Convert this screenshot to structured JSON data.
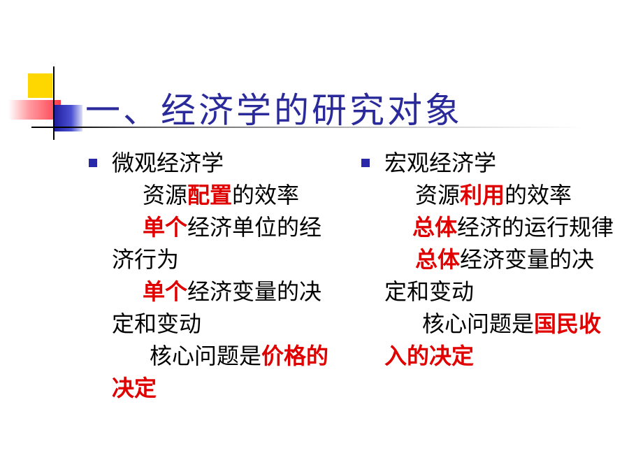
{
  "title": "一、经济学的研究对象",
  "colors": {
    "accent_red": "#e00000",
    "title_blue": "#2a2a9a",
    "bullet_blue": "#2828a8"
  },
  "left": {
    "heading": "微观经济学",
    "l1a": "资源",
    "l1b": "配置",
    "l1c": "的效率",
    "l2a": "单个",
    "l2b": "经济单位的经济行为",
    "l3a": "单个",
    "l3b": "经济变量的决定和变动",
    "l4a": "核心问题是",
    "l4b": "价格的决定"
  },
  "right": {
    "heading": "宏观经济学",
    "l1a": "资源",
    "l1b": "利用",
    "l1c": "的效率",
    "l2a": "总体",
    "l2b": "经济的运行规律",
    "l3a": "总体",
    "l3b": "经济变量的决定和变动",
    "l4a": "核心问题是",
    "l4b": "国民收入的决定"
  }
}
